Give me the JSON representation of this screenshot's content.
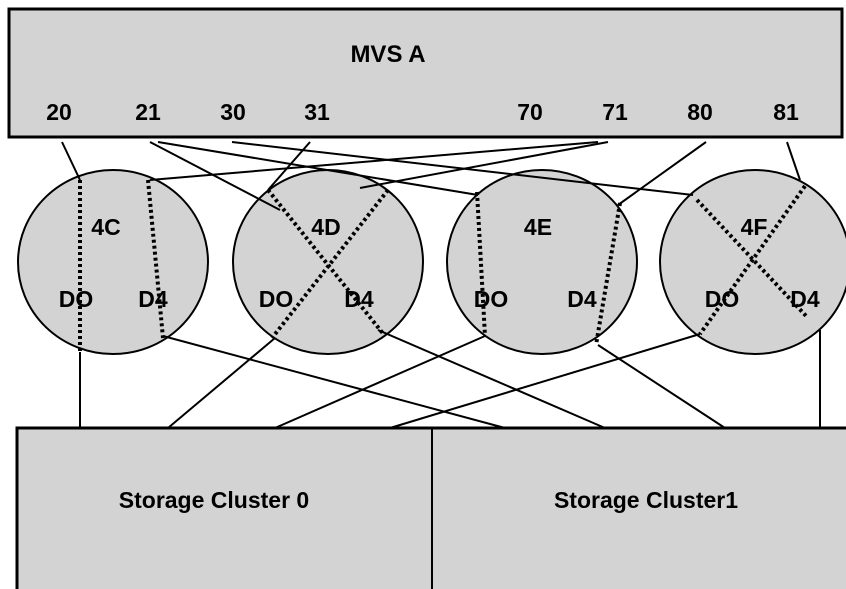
{
  "host": {
    "label": "MVS A",
    "ports": [
      "20",
      "21",
      "30",
      "31",
      "70",
      "71",
      "80",
      "81"
    ]
  },
  "control_units": [
    {
      "label": "4C",
      "left_port": "DO",
      "right_port": "D4"
    },
    {
      "label": "4D",
      "left_port": "DO",
      "right_port": "D4"
    },
    {
      "label": "4E",
      "left_port": "DO",
      "right_port": "D4"
    },
    {
      "label": "4F",
      "left_port": "DO",
      "right_port": "D4"
    }
  ],
  "storage": {
    "cluster0": "Storage Cluster 0",
    "cluster1": "Storage Cluster1"
  },
  "colors": {
    "fill": "#d3d3d3",
    "line": "#000000"
  }
}
